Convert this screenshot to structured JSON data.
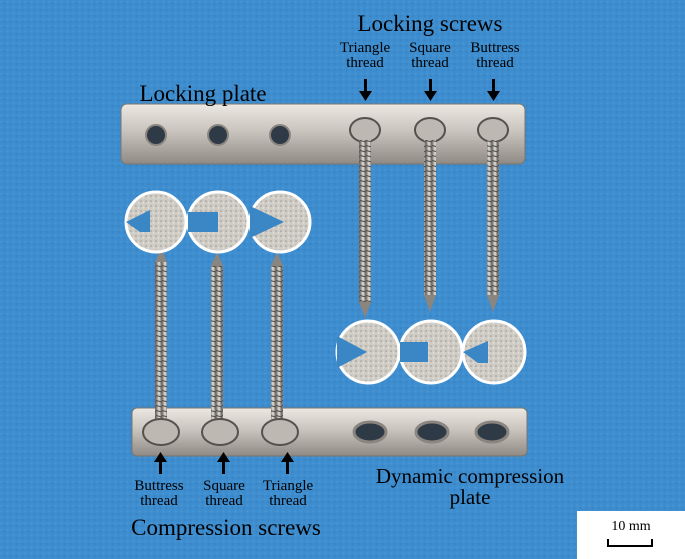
{
  "labels": {
    "locking_screws": "Locking screws",
    "locking_plate": "Locking plate",
    "triangle_thread_top": [
      "Triangle",
      "thread"
    ],
    "square_thread_top": [
      "Square",
      "thread"
    ],
    "buttress_thread_top": [
      "Buttress",
      "thread"
    ],
    "buttress_thread_bottom": [
      "Buttress",
      "thread"
    ],
    "square_thread_bottom": [
      "Square",
      "thread"
    ],
    "triangle_thread_bottom": [
      "Triangle",
      "thread"
    ],
    "compression_screws": "Compression screws",
    "dynamic_compression_plate": [
      "Dynamic compression",
      "plate"
    ]
  },
  "scale_bar": {
    "label": "10 mm"
  },
  "colors": {
    "background": "#3f8fd0",
    "metal_light": "#d9d5cf",
    "metal_dark": "#6e6a66"
  }
}
